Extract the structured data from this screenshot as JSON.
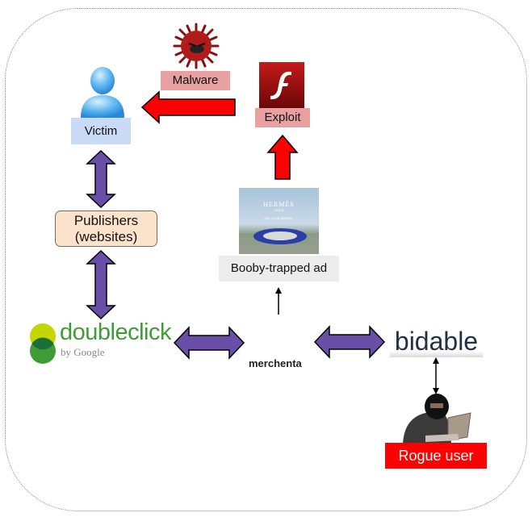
{
  "diagram": {
    "title": "Malvertising chain",
    "nodes": {
      "victim": {
        "label": "Victim",
        "icon": "user-icon"
      },
      "malware": {
        "label": "Malware",
        "icon": "virus-icon"
      },
      "exploit": {
        "label": "Exploit",
        "icon": "flash-icon"
      },
      "publishers": {
        "label_line1": "Publishers",
        "label_line2": "(websites)"
      },
      "ad": {
        "label": "Booby-trapped ad",
        "brand": "HERMÈS",
        "brand_sub": "PARIS",
        "tagline": "• ON YOUR MARKS..."
      },
      "doubleclick": {
        "name": "doubleclick",
        "sub": "by Google"
      },
      "merchenta": {
        "label": "merchenta"
      },
      "bidable": {
        "name": "bidable"
      },
      "rogue": {
        "label": "Rogue user",
        "icon": "hacker-icon"
      }
    },
    "colors": {
      "victim_bg": "#c9dbf6",
      "malware_bg": "#e8a0a0",
      "exploit_bg": "#e8a0a0",
      "publishers_bg": "#fbe3cb",
      "ad_label_bg": "#ececec",
      "rogue_bg": "#ff0000",
      "attack_arrow": "#ff0000",
      "flow_arrow": "#6a4fa8"
    }
  }
}
